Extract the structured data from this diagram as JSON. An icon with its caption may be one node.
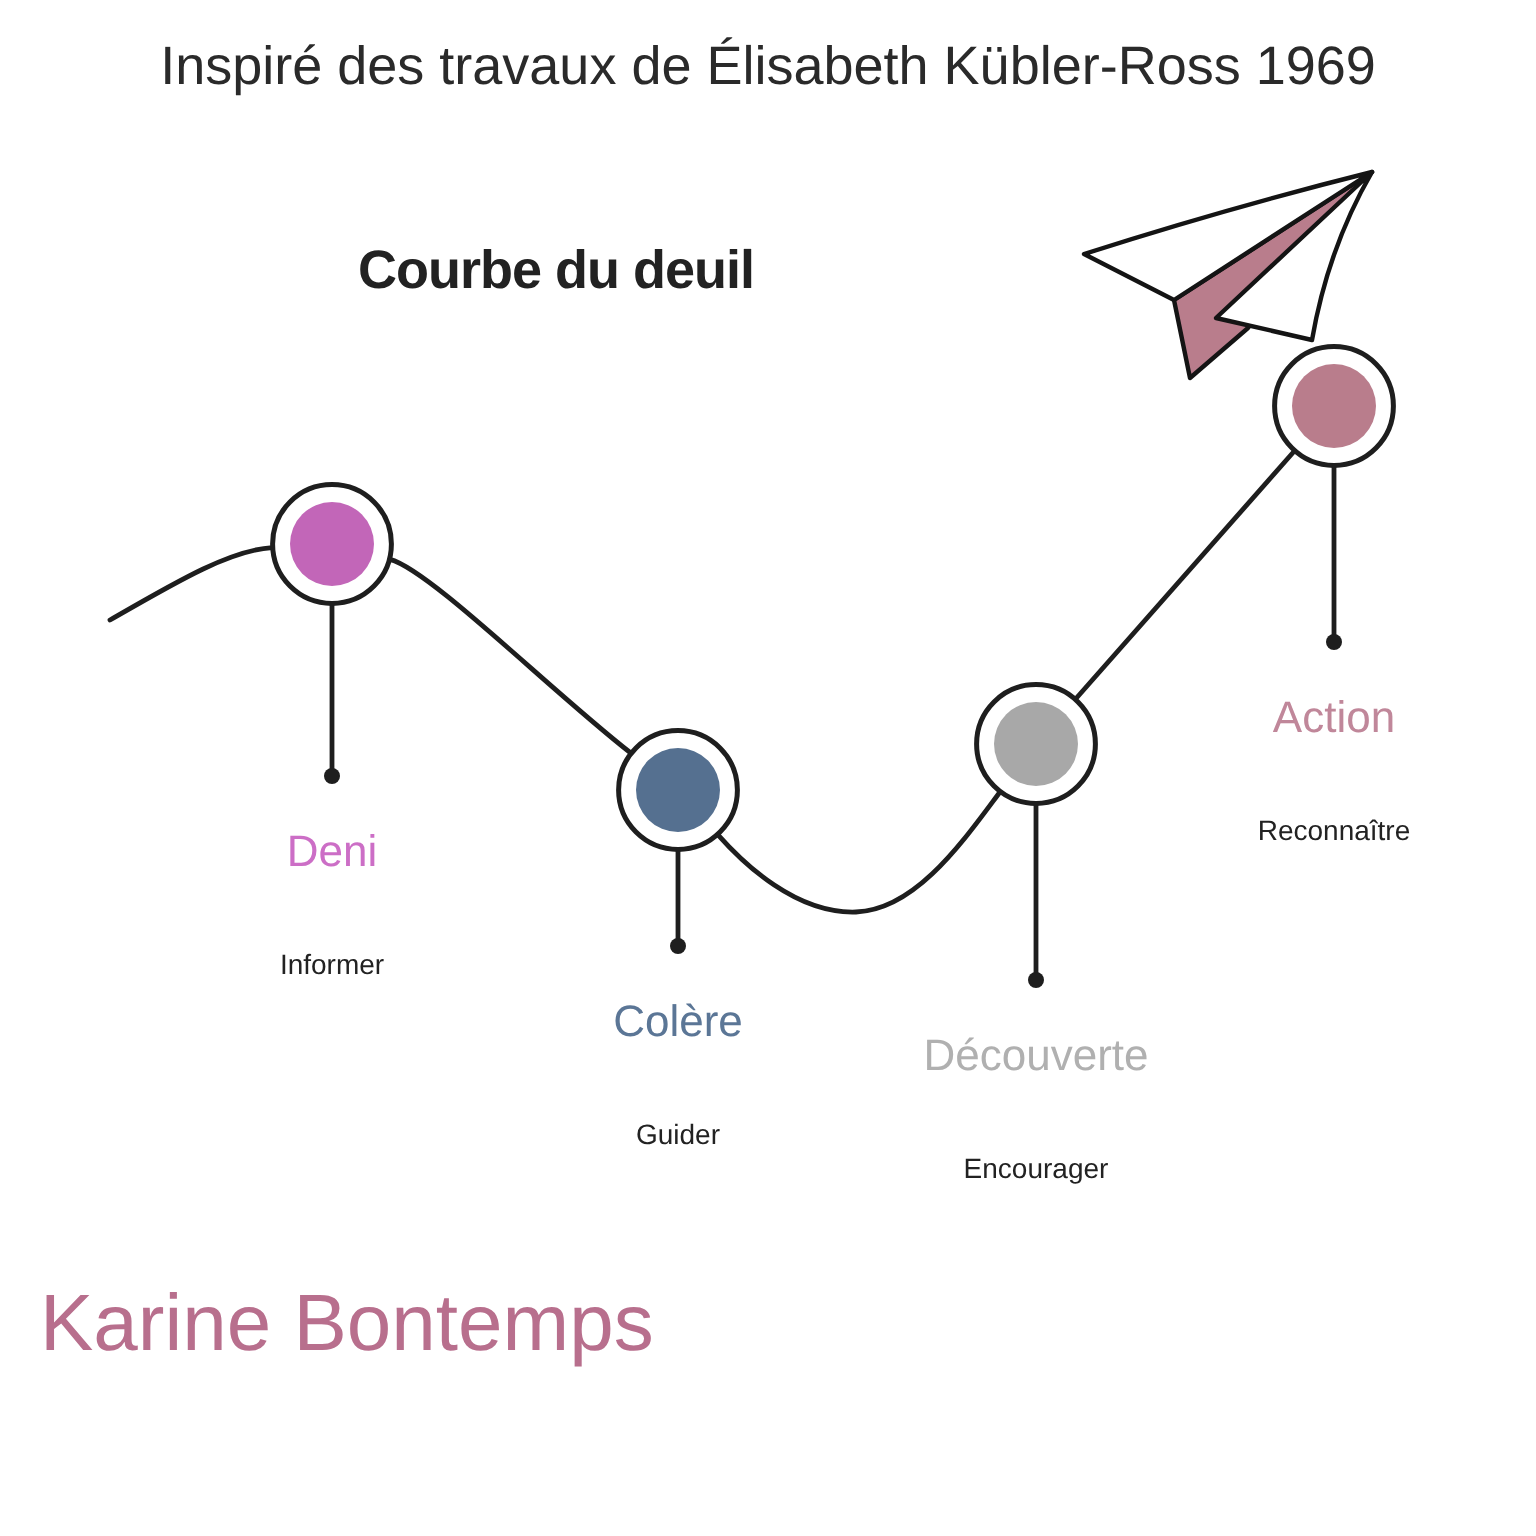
{
  "diagram": {
    "title": "Courbe du deuil",
    "nodes": [
      {
        "text": [],
        "shape": "circle"
      },
      {
        "text": [
          "Deni",
          "Informer"
        ]
      },
      {
        "text": [],
        "shape": "circle"
      },
      {
        "text": [
          "Colère",
          "Guider"
        ]
      },
      {
        "text": [],
        "shape": "circle"
      },
      {
        "text": [
          "Découverte",
          "Encourager"
        ]
      },
      {
        "text": [],
        "shape": "circle"
      },
      {
        "text": [
          "Action",
          "Reconnaître"
        ]
      }
    ],
    "edges": [
      {
        "from": null,
        "to": 0,
        "arrow": "none"
      },
      {
        "from": 0,
        "to": 2,
        "arrow": "none"
      },
      {
        "from": 2,
        "to": 4,
        "arrow": "none"
      },
      {
        "from": 4,
        "to": 6,
        "arrow": "none"
      },
      {
        "from": 0,
        "to": 1,
        "arrow": "other"
      },
      {
        "from": 2,
        "to": 3,
        "arrow": "other"
      },
      {
        "from": 4,
        "to": 5,
        "arrow": "other"
      },
      {
        "from": 6,
        "to": 7,
        "arrow": "other"
      }
    ],
    "labels": [
      "Inspiré des travaux de Élisabeth Kübler-Ross 1969",
      "Karine Bontemps"
    ]
  }
}
